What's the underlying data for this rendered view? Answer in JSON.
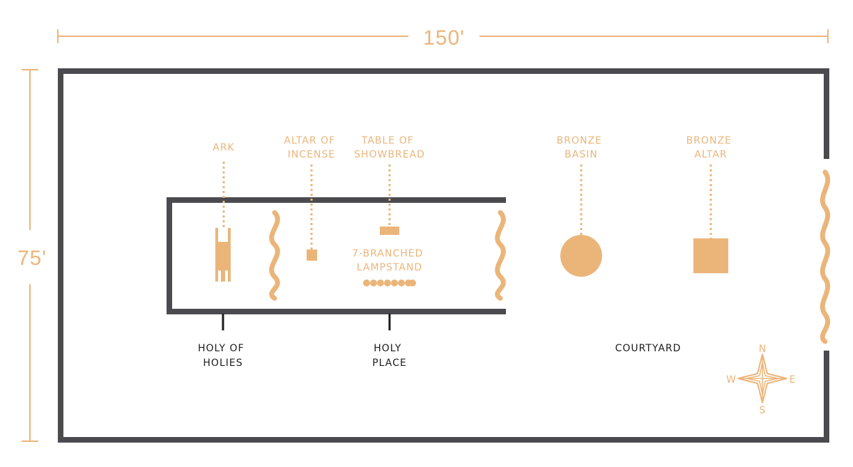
{
  "colors": {
    "wall": "#4a4a4f",
    "accent": "#ebb57a",
    "area_label": "#1b1b1b",
    "background": "#ffffff"
  },
  "dimensions": {
    "width": "150'",
    "height": "75'"
  },
  "items": {
    "ark": [
      "ARK"
    ],
    "altar_of_incense": [
      "ALTAR OF",
      "INCENSE"
    ],
    "table_of_showbread": [
      "TABLE OF",
      "SHOWBREAD"
    ],
    "lampstand": [
      "7-BRANCHED",
      "LAMPSTAND"
    ],
    "bronze_basin": [
      "BRONZE",
      "BASIN"
    ],
    "bronze_altar": [
      "BRONZE",
      "ALTAR"
    ]
  },
  "areas": {
    "holy_of_holies": [
      "HOLY OF",
      "HOLIES"
    ],
    "holy_place": [
      "HOLY",
      "PLACE"
    ],
    "courtyard": [
      "COURTYARD"
    ]
  },
  "compass": {
    "north": "N",
    "south": "S",
    "east": "E",
    "west": "W",
    "icon": "compass-rose-icon"
  }
}
